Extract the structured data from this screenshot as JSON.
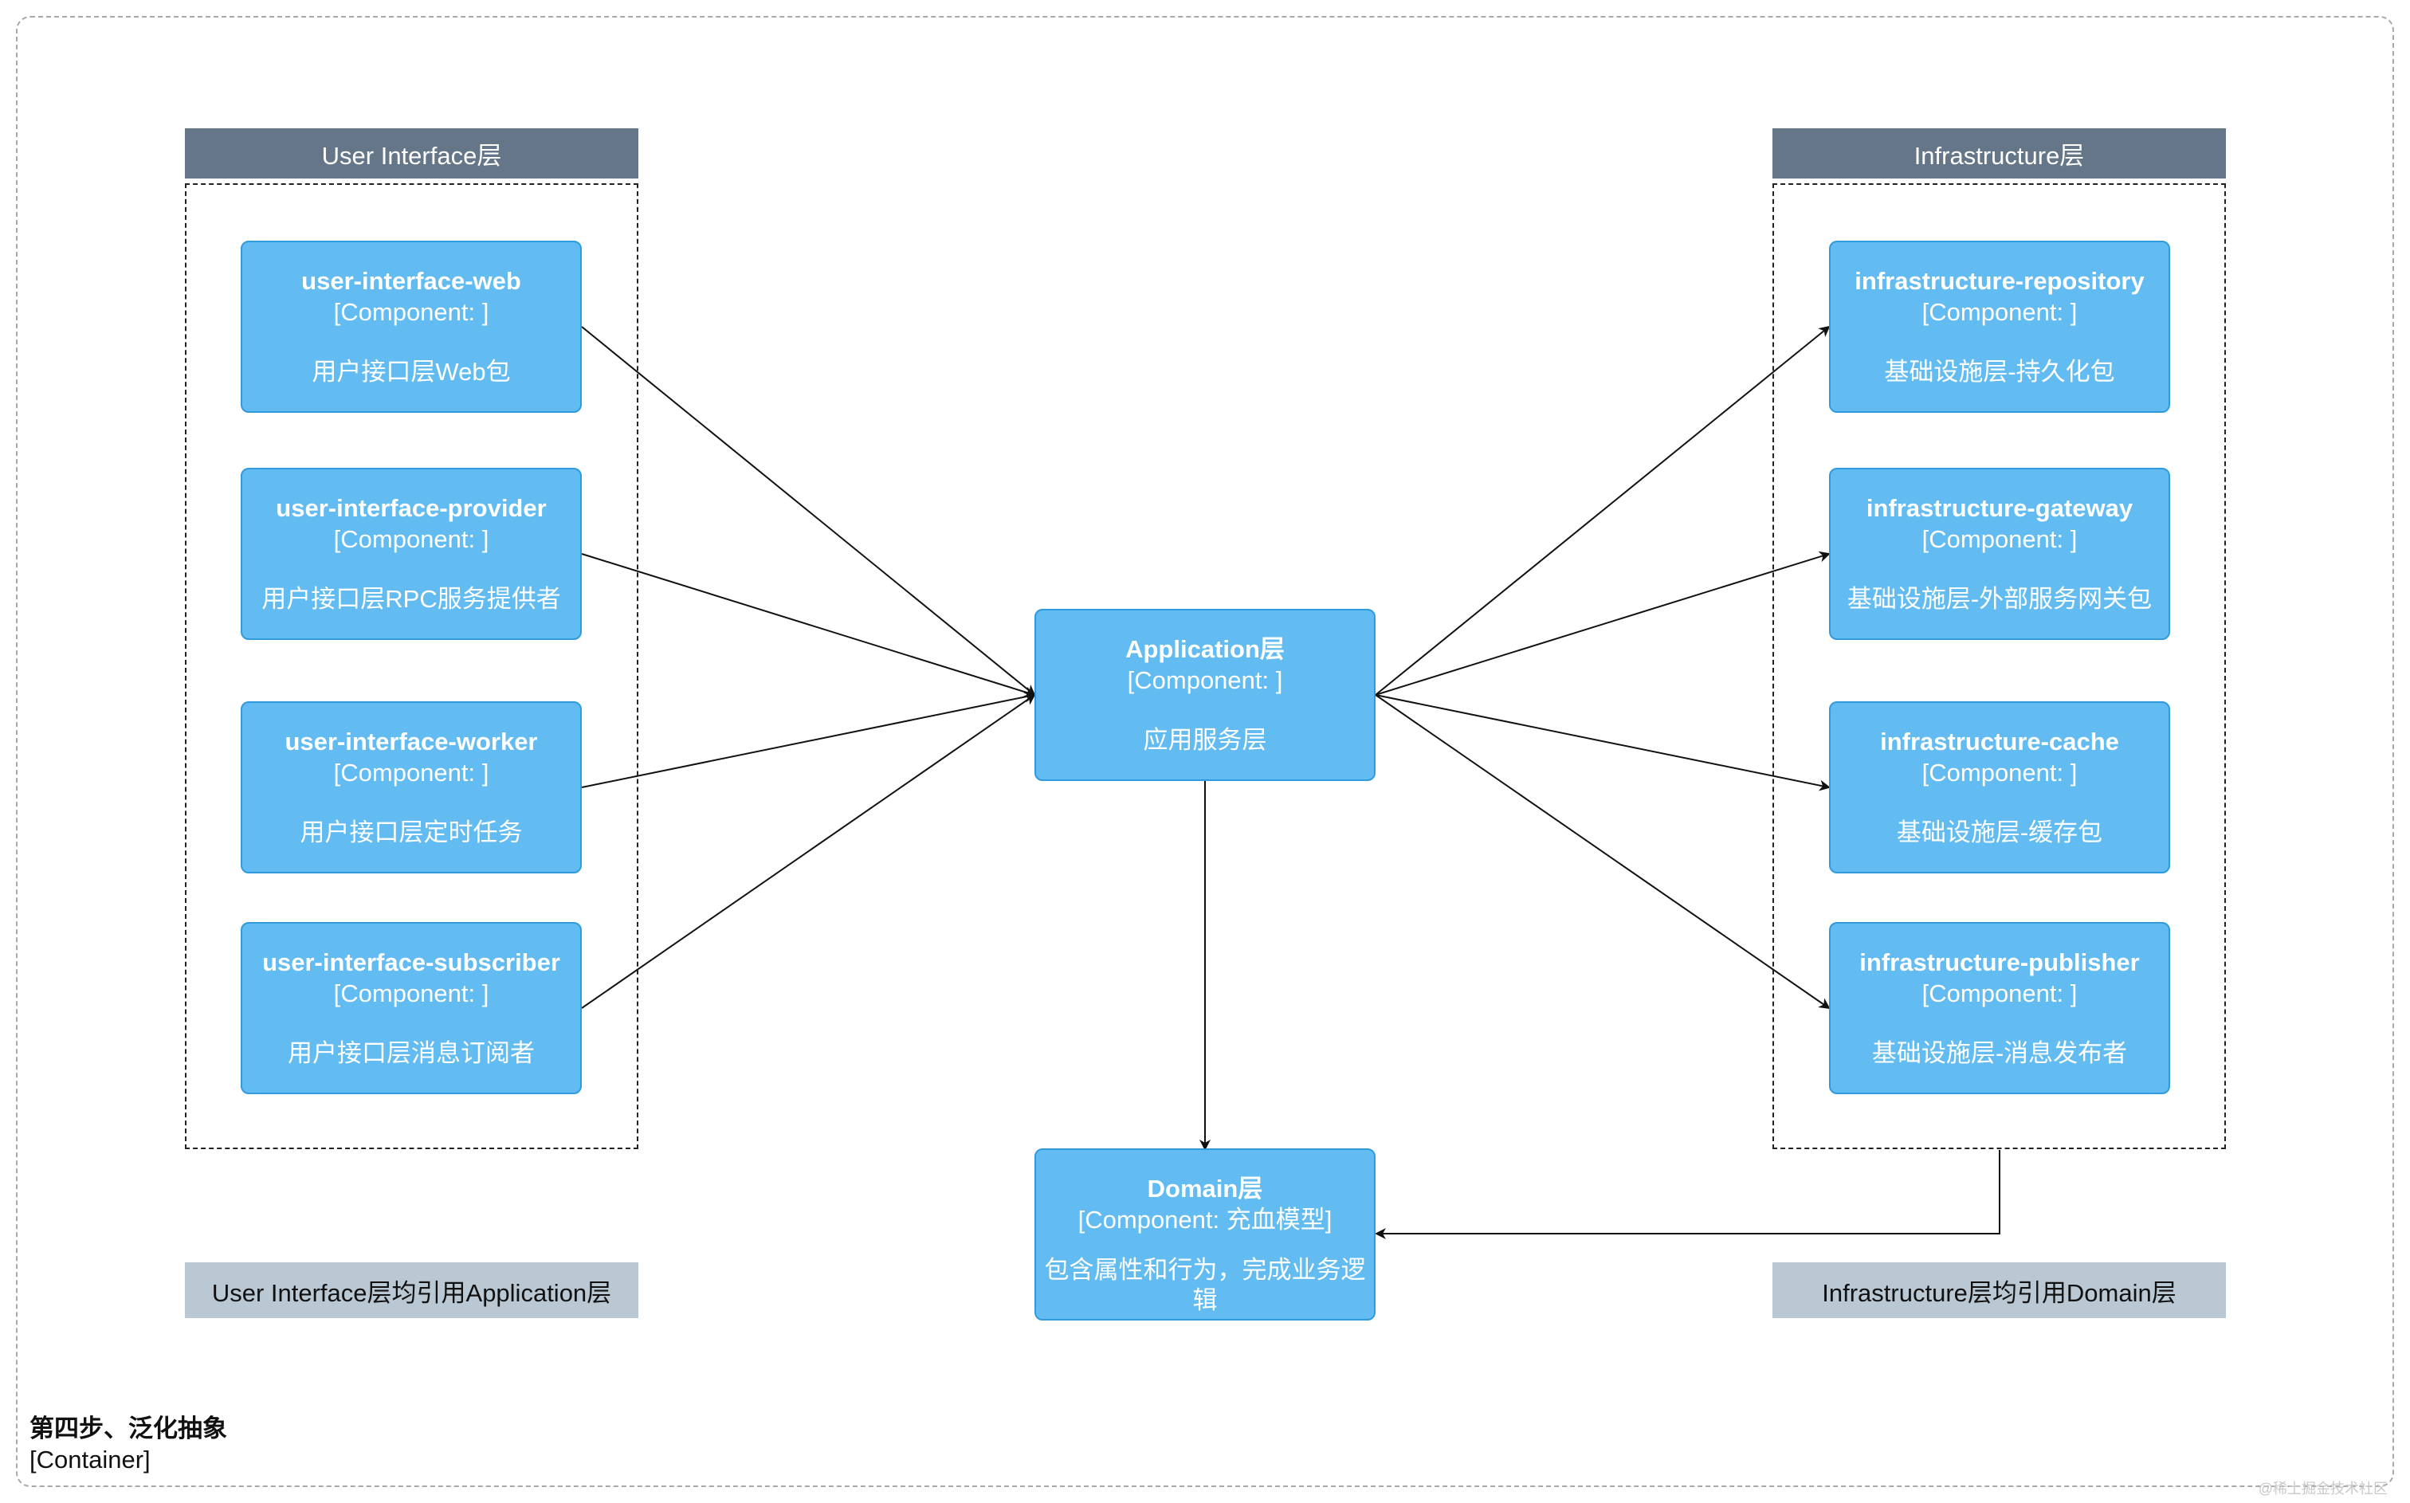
{
  "diagram": {
    "container": {
      "title": "第四步、泛化抽象",
      "type": "[Container]"
    },
    "groups": {
      "ui": {
        "header": "User Interface层",
        "note": "User Interface层均引用Application层"
      },
      "infra": {
        "header": "Infrastructure层",
        "note": "Infrastructure层均引用Domain层"
      }
    },
    "components": {
      "ui_web": {
        "name": "user-interface-web",
        "tech": "[Component: ]",
        "desc": "用户接口层Web包"
      },
      "ui_provider": {
        "name": "user-interface-provider",
        "tech": "[Component: ]",
        "desc": "用户接口层RPC服务提供者"
      },
      "ui_worker": {
        "name": "user-interface-worker",
        "tech": "[Component: ]",
        "desc": "用户接口层定时任务"
      },
      "ui_subscriber": {
        "name": "user-interface-subscriber",
        "tech": "[Component: ]",
        "desc": "用户接口层消息订阅者"
      },
      "application": {
        "name": "Application层",
        "tech": "[Component: ]",
        "desc": "应用服务层"
      },
      "domain": {
        "name": "Domain层",
        "tech": "[Component: 充血模型]",
        "desc": "包含属性和行为，完成业务逻辑"
      },
      "infra_repository": {
        "name": "infrastructure-repository",
        "tech": "[Component: ]",
        "desc": "基础设施层-持久化包"
      },
      "infra_gateway": {
        "name": "infrastructure-gateway",
        "tech": "[Component: ]",
        "desc": "基础设施层-外部服务网关包"
      },
      "infra_cache": {
        "name": "infrastructure-cache",
        "tech": "[Component: ]",
        "desc": "基础设施层-缓存包"
      },
      "infra_publisher": {
        "name": "infrastructure-publisher",
        "tech": "[Component: ]",
        "desc": "基础设施层-消息发布者"
      }
    },
    "edges": [
      {
        "from": "ui_web",
        "to": "application"
      },
      {
        "from": "ui_provider",
        "to": "application"
      },
      {
        "from": "ui_worker",
        "to": "application"
      },
      {
        "from": "ui_subscriber",
        "to": "application"
      },
      {
        "from": "application",
        "to": "infra_repository"
      },
      {
        "from": "application",
        "to": "infra_gateway"
      },
      {
        "from": "application",
        "to": "infra_cache"
      },
      {
        "from": "application",
        "to": "infra_publisher"
      },
      {
        "from": "application",
        "to": "domain"
      },
      {
        "from": "infra",
        "to": "domain"
      }
    ],
    "colors": {
      "component_fill": "#62bcf1",
      "component_border": "#2f9bdc",
      "group_header": "#647687",
      "note_fill": "#bac8d3"
    }
  },
  "watermark": "@稀土掘金技术社区"
}
